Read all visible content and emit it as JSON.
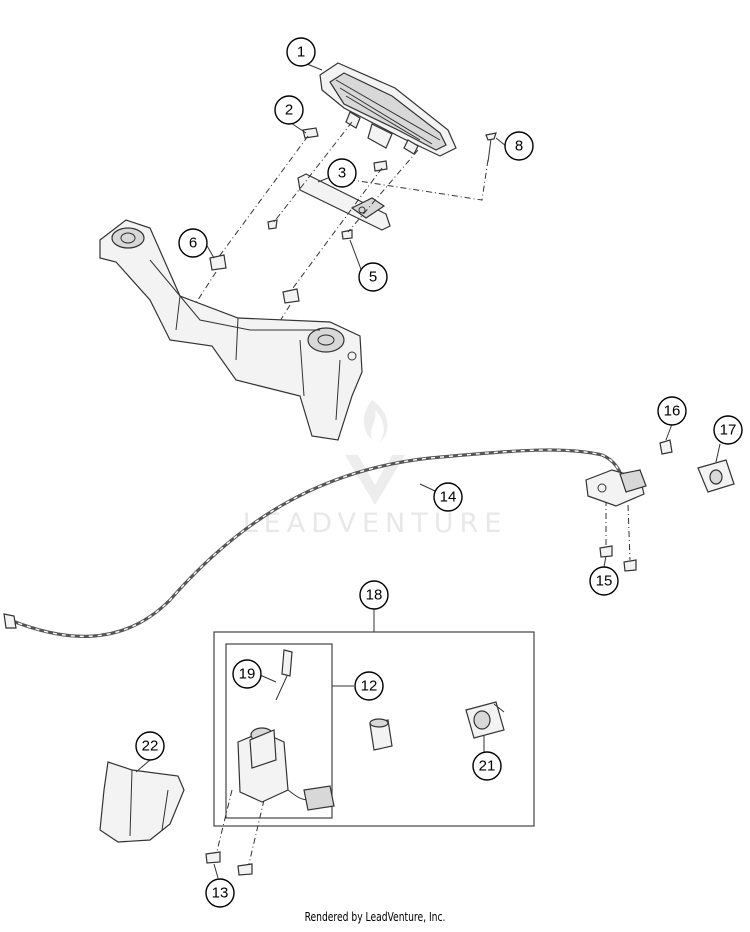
{
  "watermark": {
    "brand": "LEADVENTURE"
  },
  "footer": {
    "text": "Rendered by LeadVenture, Inc."
  },
  "callouts": {
    "c1": "1",
    "c2": "2",
    "c3": "3",
    "c5": "5",
    "c6": "6",
    "c8": "8",
    "c12": "12",
    "c13": "13",
    "c14": "14",
    "c15": "15",
    "c16": "16",
    "c17": "17",
    "c18": "18",
    "c19": "19",
    "c21": "21",
    "c22": "22"
  }
}
